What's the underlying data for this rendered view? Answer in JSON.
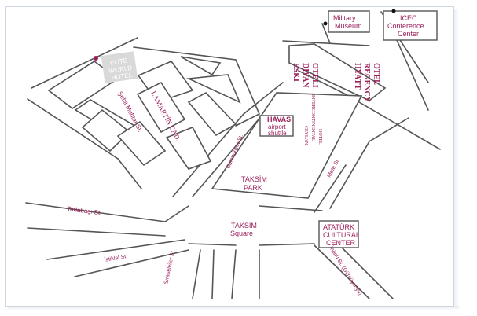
{
  "map": {
    "colors": {
      "label": "#9c1f5a",
      "road": "#555555",
      "hotel_box": "#d9d9d9",
      "marker": "#9c1f5a"
    },
    "labels": {
      "elite_world_hotel": [
        "ELITE",
        "WORLD",
        "HOTEL"
      ],
      "lamartin": "LAMARTİN CAD.",
      "sehit_muhtar": "Şehit Muhtar St.",
      "military_museum": [
        "Military",
        "Museum"
      ],
      "icec": [
        "ICEC",
        "Conference",
        "Center"
      ],
      "eresin_divan": [
        "ESKI",
        "DIVAN",
        "OTELI"
      ],
      "hyatt": [
        "HYATT",
        "REGENCY",
        "OTEL"
      ],
      "ceylan": [
        "CEYLAN",
        "INTERCONTINENTAL",
        "HOTEL"
      ],
      "havas": [
        "HAVAS",
        "airport",
        "shuttle"
      ],
      "cumhuriyet": "Cumhuriyet St.",
      "taksim_park": [
        "TAKSİM",
        "PARK"
      ],
      "mete": "Mete St.",
      "tarlabasi": "Tarlabaşı St.",
      "taksim_square": [
        "TAKSİM",
        "Square"
      ],
      "istiklal": "İstiklal St.",
      "siraselviler": "Sıraselviler St.",
      "ataturk": [
        "ATATÜRK",
        "CULTURAL",
        "CENTER"
      ],
      "inonu": "İnönü St. (Gümüşsuyu)"
    }
  }
}
